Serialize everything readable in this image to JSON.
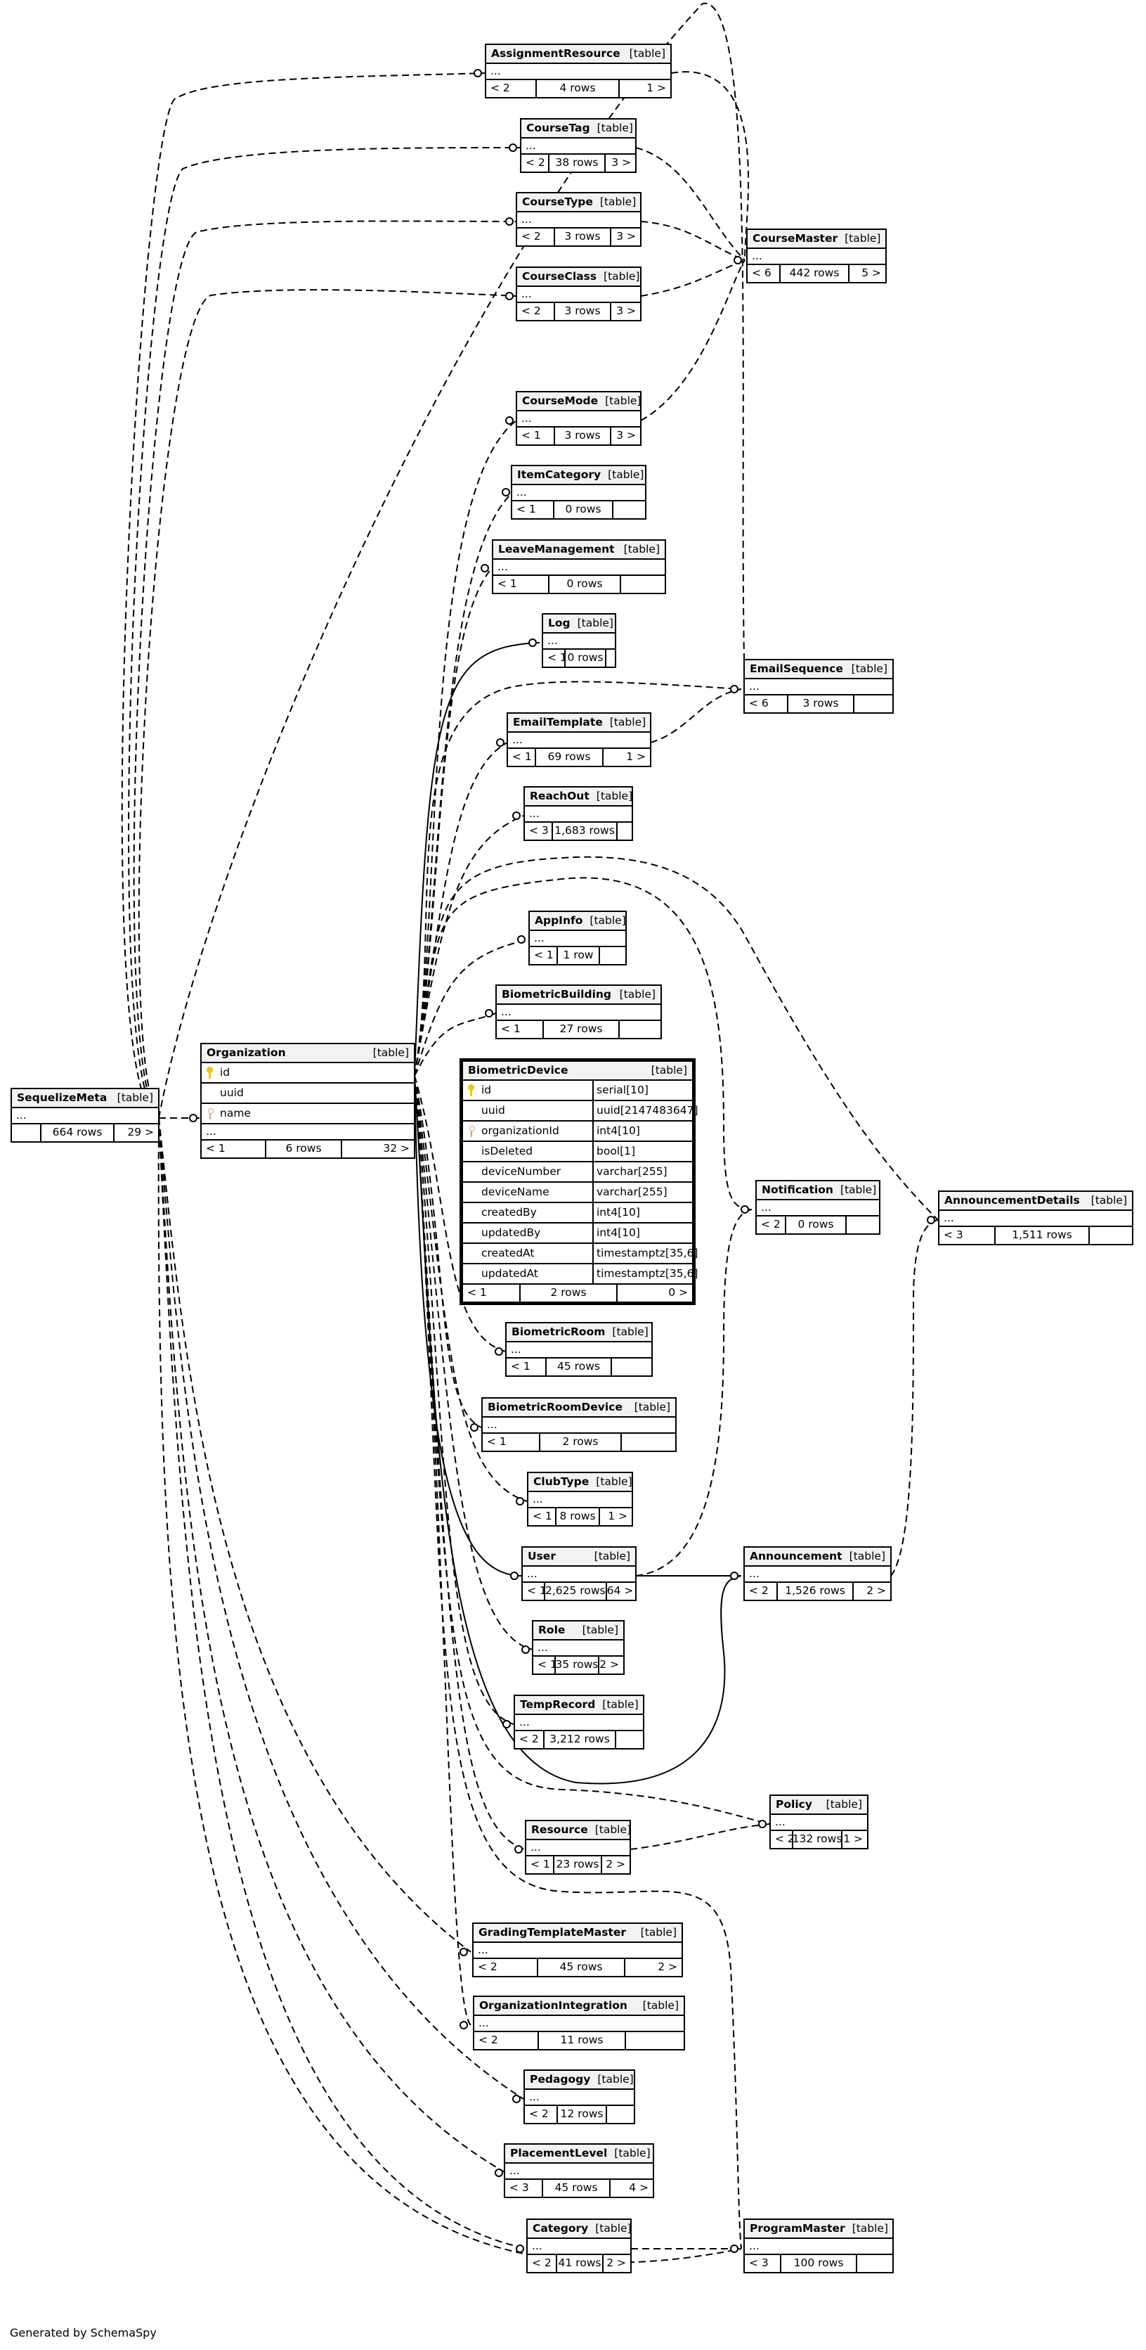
{
  "tables": {
    "sequelizemeta": {
      "name": "SequelizeMeta",
      "tag": "[table]",
      "ellipsis": "...",
      "footer": {
        "parents": "",
        "rows": "664 rows",
        "children": "29 >"
      }
    },
    "organization": {
      "name": "Organization",
      "tag": "[table]",
      "columns": [
        "id",
        "uuid",
        "name"
      ],
      "ellipsis": "...",
      "footer": {
        "parents": "< 1",
        "rows": "6 rows",
        "children": "32 >"
      }
    },
    "assignmentresource": {
      "name": "AssignmentResource",
      "tag": "[table]",
      "ellipsis": "...",
      "footer": {
        "parents": "< 2",
        "rows": "4 rows",
        "children": "1 >"
      }
    },
    "coursetag": {
      "name": "CourseTag",
      "tag": "[table]",
      "ellipsis": "...",
      "footer": {
        "parents": "< 2",
        "rows": "38 rows",
        "children": "3 >"
      }
    },
    "coursetype": {
      "name": "CourseType",
      "tag": "[table]",
      "ellipsis": "...",
      "footer": {
        "parents": "< 2",
        "rows": "3 rows",
        "children": "3 >"
      }
    },
    "courseclass": {
      "name": "CourseClass",
      "tag": "[table]",
      "ellipsis": "...",
      "footer": {
        "parents": "< 2",
        "rows": "3 rows",
        "children": "3 >"
      }
    },
    "coursemaster": {
      "name": "CourseMaster",
      "tag": "[table]",
      "ellipsis": "...",
      "footer": {
        "parents": "< 6",
        "rows": "442 rows",
        "children": "5 >"
      }
    },
    "coursemode": {
      "name": "CourseMode",
      "tag": "[table]",
      "ellipsis": "...",
      "footer": {
        "parents": "< 1",
        "rows": "3 rows",
        "children": "3 >"
      }
    },
    "itemcategory": {
      "name": "ItemCategory",
      "tag": "[table]",
      "ellipsis": "...",
      "footer": {
        "parents": "< 1",
        "rows": "0 rows",
        "children": ""
      }
    },
    "leavemanagement": {
      "name": "LeaveManagement",
      "tag": "[table]",
      "ellipsis": "...",
      "footer": {
        "parents": "< 1",
        "rows": "0 rows",
        "children": ""
      }
    },
    "log": {
      "name": "Log",
      "tag": "[table]",
      "ellipsis": "...",
      "footer": {
        "parents": "< 1",
        "rows": "0 rows",
        "children": ""
      }
    },
    "emailsequence": {
      "name": "EmailSequence",
      "tag": "[table]",
      "ellipsis": "...",
      "footer": {
        "parents": "< 6",
        "rows": "3 rows",
        "children": ""
      }
    },
    "emailtemplate": {
      "name": "EmailTemplate",
      "tag": "[table]",
      "ellipsis": "...",
      "footer": {
        "parents": "< 1",
        "rows": "69 rows",
        "children": "1 >"
      }
    },
    "reachout": {
      "name": "ReachOut",
      "tag": "[table]",
      "ellipsis": "...",
      "footer": {
        "parents": "< 3",
        "rows": "1,683 rows",
        "children": ""
      }
    },
    "appinfo": {
      "name": "AppInfo",
      "tag": "[table]",
      "ellipsis": "...",
      "footer": {
        "parents": "< 1",
        "rows": "1 row",
        "children": ""
      }
    },
    "biometricbuilding": {
      "name": "BiometricBuilding",
      "tag": "[table]",
      "ellipsis": "...",
      "footer": {
        "parents": "< 1",
        "rows": "27 rows",
        "children": ""
      }
    },
    "biometricdevice": {
      "name": "BiometricDevice",
      "tag": "[table]",
      "columns": [
        {
          "name": "id",
          "type": "serial[10]"
        },
        {
          "name": "uuid",
          "type": "uuid[2147483647]"
        },
        {
          "name": "organizationId",
          "type": "int4[10]"
        },
        {
          "name": "isDeleted",
          "type": "bool[1]"
        },
        {
          "name": "deviceNumber",
          "type": "varchar[255]"
        },
        {
          "name": "deviceName",
          "type": "varchar[255]"
        },
        {
          "name": "createdBy",
          "type": "int4[10]"
        },
        {
          "name": "updatedBy",
          "type": "int4[10]"
        },
        {
          "name": "createdAt",
          "type": "timestamptz[35,6]"
        },
        {
          "name": "updatedAt",
          "type": "timestamptz[35,6]"
        }
      ],
      "footer": {
        "parents": "< 1",
        "rows": "2 rows",
        "children": "0 >"
      }
    },
    "notification": {
      "name": "Notification",
      "tag": "[table]",
      "ellipsis": "...",
      "footer": {
        "parents": "< 2",
        "rows": "0 rows",
        "children": ""
      }
    },
    "announcementdetails": {
      "name": "AnnouncementDetails",
      "tag": "[table]",
      "ellipsis": "...",
      "footer": {
        "parents": "< 3",
        "rows": "1,511 rows",
        "children": ""
      }
    },
    "biometricroom": {
      "name": "BiometricRoom",
      "tag": "[table]",
      "ellipsis": "...",
      "footer": {
        "parents": "< 1",
        "rows": "45 rows",
        "children": ""
      }
    },
    "biometricroomdevice": {
      "name": "BiometricRoomDevice",
      "tag": "[table]",
      "ellipsis": "...",
      "footer": {
        "parents": "< 1",
        "rows": "2 rows",
        "children": ""
      }
    },
    "clubtype": {
      "name": "ClubType",
      "tag": "[table]",
      "ellipsis": "...",
      "footer": {
        "parents": "< 1",
        "rows": "8 rows",
        "children": "1 >"
      }
    },
    "user": {
      "name": "User",
      "tag": "[table]",
      "ellipsis": "...",
      "footer": {
        "parents": "< 1",
        "rows": "2,625 rows",
        "children": "64 >"
      }
    },
    "announcement": {
      "name": "Announcement",
      "tag": "[table]",
      "ellipsis": "...",
      "footer": {
        "parents": "< 2",
        "rows": "1,526 rows",
        "children": "2 >"
      }
    },
    "role": {
      "name": "Role",
      "tag": "[table]",
      "ellipsis": "...",
      "footer": {
        "parents": "< 1",
        "rows": "35 rows",
        "children": "2 >"
      }
    },
    "temprecord": {
      "name": "TempRecord",
      "tag": "[table]",
      "ellipsis": "...",
      "footer": {
        "parents": "< 2",
        "rows": "3,212 rows",
        "children": ""
      }
    },
    "policy": {
      "name": "Policy",
      "tag": "[table]",
      "ellipsis": "...",
      "footer": {
        "parents": "< 2",
        "rows": "132 rows",
        "children": "1 >"
      }
    },
    "resource": {
      "name": "Resource",
      "tag": "[table]",
      "ellipsis": "...",
      "footer": {
        "parents": "< 1",
        "rows": "23 rows",
        "children": "2 >"
      }
    },
    "gradingtemplatemaster": {
      "name": "GradingTemplateMaster",
      "tag": "[table]",
      "ellipsis": "...",
      "footer": {
        "parents": "< 2",
        "rows": "45 rows",
        "children": "2 >"
      }
    },
    "organizationintegration": {
      "name": "OrganizationIntegration",
      "tag": "[table]",
      "ellipsis": "...",
      "footer": {
        "parents": "< 2",
        "rows": "11 rows",
        "children": ""
      }
    },
    "pedagogy": {
      "name": "Pedagogy",
      "tag": "[table]",
      "ellipsis": "...",
      "footer": {
        "parents": "< 2",
        "rows": "12 rows",
        "children": ""
      }
    },
    "placementlevel": {
      "name": "PlacementLevel",
      "tag": "[table]",
      "ellipsis": "...",
      "footer": {
        "parents": "< 3",
        "rows": "45 rows",
        "children": "4 >"
      }
    },
    "category": {
      "name": "Category",
      "tag": "[table]",
      "ellipsis": "...",
      "footer": {
        "parents": "< 2",
        "rows": "41 rows",
        "children": "2 >"
      }
    },
    "programmaster": {
      "name": "ProgramMaster",
      "tag": "[table]",
      "ellipsis": "...",
      "footer": {
        "parents": "< 3",
        "rows": "100 rows",
        "children": ""
      }
    }
  },
  "footer_note": "Generated by SchemaSpy"
}
